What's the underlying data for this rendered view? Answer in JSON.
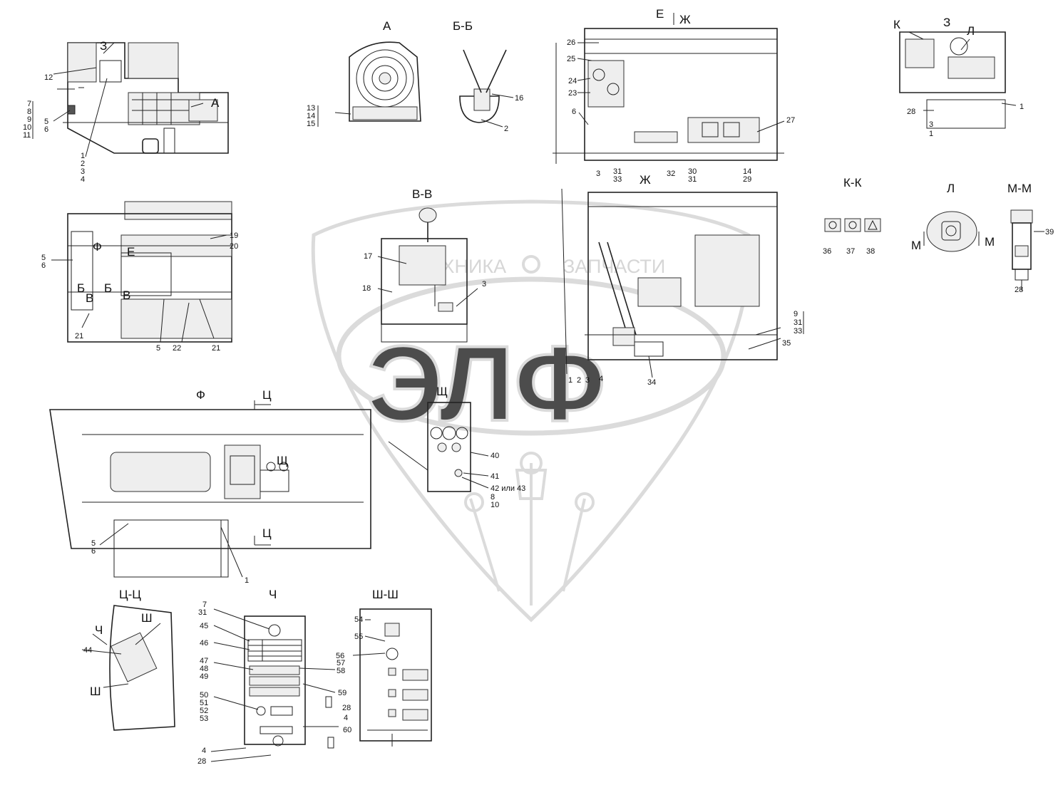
{
  "watermark": {
    "brand_text_left": "ТЕХНИКА",
    "brand_text_right": "ЗАПЧАСТИ",
    "logo_letters": "ЭЛФ",
    "color": "#c8c8c8"
  },
  "views": {
    "A": "А",
    "BB": "Б-Б",
    "E": "Е",
    "ZH": "Ж",
    "ZH2": "Ж",
    "Z": "З",
    "K": "К",
    "L": "Л",
    "KK": "К-К",
    "L2": "Л",
    "MM": "М-М",
    "M_left": "М",
    "M_right": "М",
    "VV": "В-В",
    "F": "Ф",
    "TS_top": "Ц",
    "TS_bottom": "Ц",
    "SHCH": "Щ",
    "SHCH_small": "Щ",
    "TSTS": "Ц-Ц",
    "CH": "Ч",
    "SHSH": "Ш-Ш",
    "CH_small": "Ч",
    "SH_top": "Ш",
    "SH_bottom": "Ш",
    "Z_small": "З",
    "A_small": "А",
    "F_small": "Ф",
    "E_small": "Е",
    "B_small": "Б",
    "B_small2": "Б",
    "V_small": "В",
    "V_small2": "В"
  },
  "callouts": {
    "v1_left": [
      "7",
      "8",
      "9",
      "10",
      "11"
    ],
    "v1_12": "12",
    "v1_5": "5",
    "v1_6": "6",
    "v1_bottom": [
      "1",
      "2",
      "3",
      "4"
    ],
    "a_group": [
      "13",
      "14",
      "15"
    ],
    "bb_16": "16",
    "bb_2": "2",
    "e_26": "26",
    "e_25": "25",
    "e_24": "24",
    "e_23": "23",
    "e_6": "6",
    "e_27": "27",
    "e_3": "3",
    "e_31_33": [
      "31",
      "33"
    ],
    "e_32": "32",
    "e_30_31": [
      "30",
      "31"
    ],
    "e_14_29": [
      "14",
      "29"
    ],
    "z_28": "28",
    "z_1": "1",
    "z_3_1": [
      "3",
      "1"
    ],
    "v2_56": [
      "5",
      "6"
    ],
    "v2_19": "19",
    "v2_20": "20",
    "v2_5": "5",
    "v2_22": "22",
    "v2_21a": "21",
    "v2_21b": "21",
    "vv_17": "17",
    "vv_18": "18",
    "vv_3": "3",
    "zh_group": [
      "9",
      "31",
      "33"
    ],
    "zh_35": "35",
    "zh_34": "34",
    "zh_1": "1",
    "zh_2": "2",
    "zh_3": "3",
    "zh_4": "4",
    "kk_36": "36",
    "kk_37": "37",
    "kk_38": "38",
    "mm_39": "39",
    "mm_28": "28",
    "f_56": [
      "5",
      "6"
    ],
    "f_1": "1",
    "shch_40": "40",
    "shch_41": "41",
    "shch_42": "42 или 43",
    "shch_8": "8",
    "shch_10": "10",
    "tsts_44": "44",
    "ch_7_31": [
      "7",
      "31"
    ],
    "ch_45": "45",
    "ch_46": "46",
    "ch_47_49": [
      "47",
      "48",
      "49"
    ],
    "ch_50_53": [
      "50",
      "51",
      "52",
      "53"
    ],
    "ch_57_58": [
      "57",
      "58"
    ],
    "ch_59": "59",
    "ch_28": "28",
    "ch_4": "4",
    "ch_60": "60",
    "ch_4_28": [
      "4",
      "28"
    ],
    "shsh_54": "54",
    "shsh_55": "55",
    "shsh_56": "56"
  }
}
